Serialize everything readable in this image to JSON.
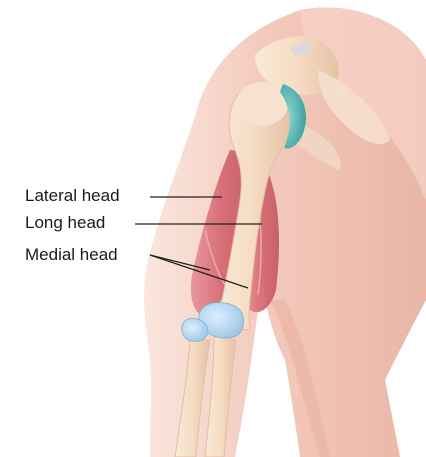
{
  "labels": {
    "lateral_head": "Lateral head",
    "long_head": "Long head",
    "medial_head": "Medial head"
  },
  "colors": {
    "skin": "#f3c8bb",
    "skin_light": "#f9ddd3",
    "bone": "#f3dcc6",
    "muscle": "#d9707a",
    "cartilage_shoulder": "#3aa6a4",
    "cartilage_elbow": "#a9d2e8"
  }
}
